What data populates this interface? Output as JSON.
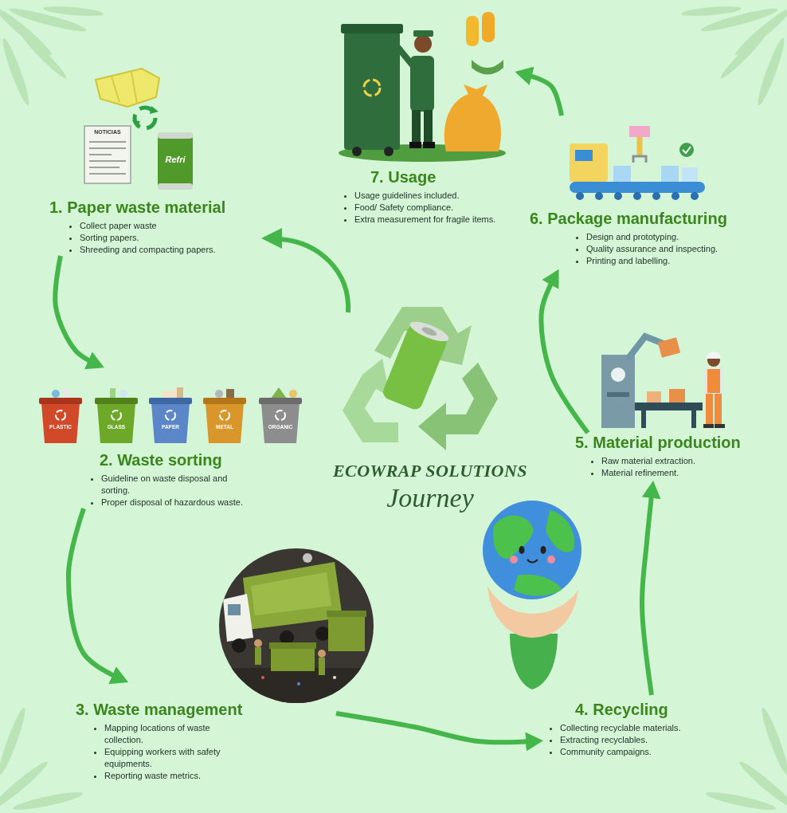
{
  "diagram": {
    "title": "ECOWRAP SOLUTIONS",
    "nodes": [
      {
        "text": [
          "1. Paper waste material",
          "Collect paper waste",
          "Sorting papers.",
          "Shreeding and compacting papers."
        ]
      },
      {
        "text": [
          "2. Waste sorting",
          "Guideline on waste disposal and sorting.",
          "Proper disposal of hazardous waste."
        ]
      },
      {
        "text": [
          "3. Waste management",
          "Mapping locations of waste collection.",
          "Equipping workers with safety equipments.",
          "Reporting waste metrics."
        ]
      },
      {
        "text": [
          "4. Recycling",
          "Collecting recyclable materials.",
          "Extracting recyclables.",
          "Community campaigns."
        ]
      },
      {
        "text": [
          "5. Material production",
          "Raw material extraction.",
          "Material refinement."
        ]
      },
      {
        "text": [
          "6. Package manufacturing",
          "Design and prototyping.",
          "Quality assurance and inspecting.",
          "Printing and labelling."
        ]
      },
      {
        "text": [
          "7. Usage",
          "Usage guidelines included.",
          "Food/ Safety compliance.",
          "Extra measurement for fragile items."
        ]
      }
    ],
    "edges": [
      {
        "from": 0,
        "to": 1,
        "arrow": "to"
      },
      {
        "from": 1,
        "to": 2,
        "arrow": "to"
      },
      {
        "from": 2,
        "to": 3,
        "arrow": "to"
      },
      {
        "from": 3,
        "to": 4,
        "arrow": "to"
      },
      {
        "from": 4,
        "to": 5,
        "arrow": "to"
      },
      {
        "from": 5,
        "to": 6,
        "arrow": "to"
      }
    ],
    "labels": [
      "Journey",
      "NOTICIAS",
      "Refri",
      "PLASTIC",
      "GLASS",
      "PAPER",
      "METAL",
      "ORGANIC"
    ]
  }
}
